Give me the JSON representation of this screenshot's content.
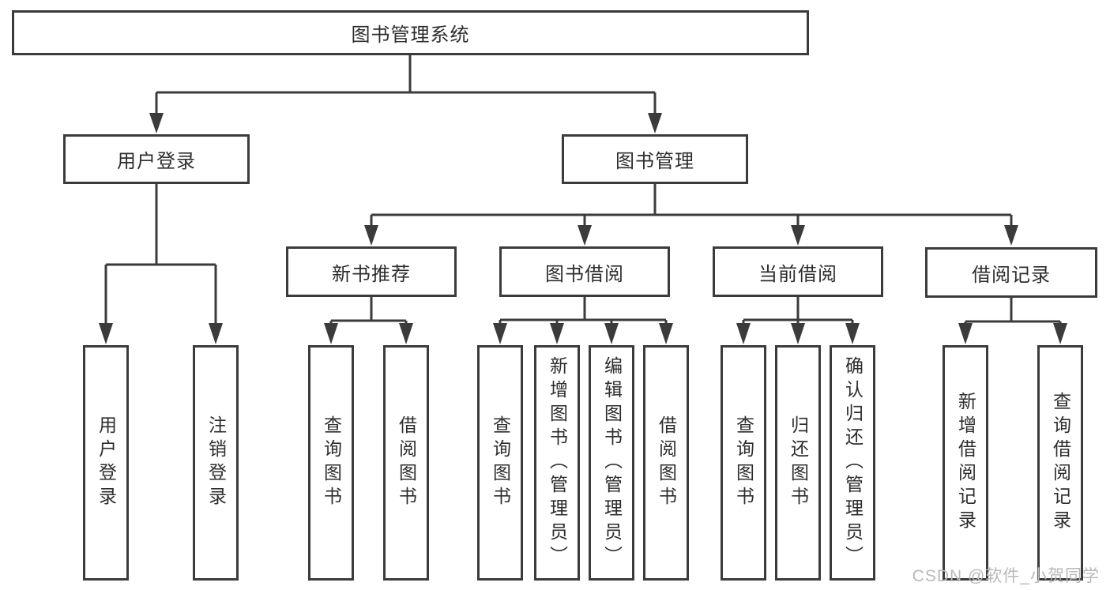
{
  "diagram": {
    "root": {
      "label": "图书管理系统"
    },
    "branches": [
      {
        "label": "用户登录",
        "children": [
          {
            "label": "用户登录"
          },
          {
            "label": "注销登录"
          }
        ]
      },
      {
        "label": "图书管理",
        "children": [
          {
            "label": "新书推荐",
            "children": [
              {
                "label": "查询图书"
              },
              {
                "label": "借阅图书"
              }
            ]
          },
          {
            "label": "图书借阅",
            "children": [
              {
                "label": "查询图书"
              },
              {
                "label": "新增图书（管理员）"
              },
              {
                "label": "编辑图书（管理员）"
              },
              {
                "label": "借阅图书"
              }
            ]
          },
          {
            "label": "当前借阅",
            "children": [
              {
                "label": "查询图书"
              },
              {
                "label": "归还图书"
              },
              {
                "label": "确认归还（管理员）"
              }
            ]
          },
          {
            "label": "借阅记录",
            "children": [
              {
                "label": "新增借阅记录"
              },
              {
                "label": "查询借阅记录"
              }
            ]
          }
        ]
      }
    ]
  },
  "watermark": {
    "text": "CSDN @软件_小贺同学"
  },
  "colors": {
    "line": "#3b3b3b",
    "box_border": "#3b3b3b",
    "box_fill": "#ffffff",
    "text": "#2d2d2d",
    "watermark": "#b9b9b9"
  }
}
